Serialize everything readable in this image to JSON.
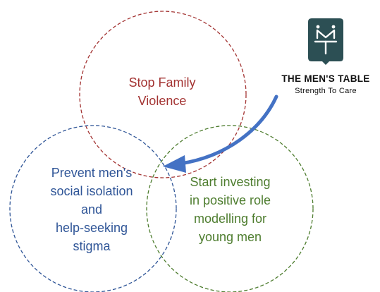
{
  "circles": [
    {
      "id": "top",
      "lines": [
        "Stop Family",
        "Violence"
      ],
      "color": "#a33332"
    },
    {
      "id": "left",
      "lines": [
        "Prevent men's",
        "social isolation",
        "and",
        "help-seeking",
        "stigma"
      ],
      "color": "#2f5597"
    },
    {
      "id": "right",
      "lines": [
        "Start investing",
        "in positive role",
        "modelling for",
        "young men"
      ],
      "color": "#4e7d2f"
    }
  ],
  "logo": {
    "title": "THE MEN'S TABLE",
    "tagline": "Strength To Care",
    "lettering": "MT",
    "color": "#2c4f54"
  },
  "arrow": {
    "color": "#4472c4"
  }
}
